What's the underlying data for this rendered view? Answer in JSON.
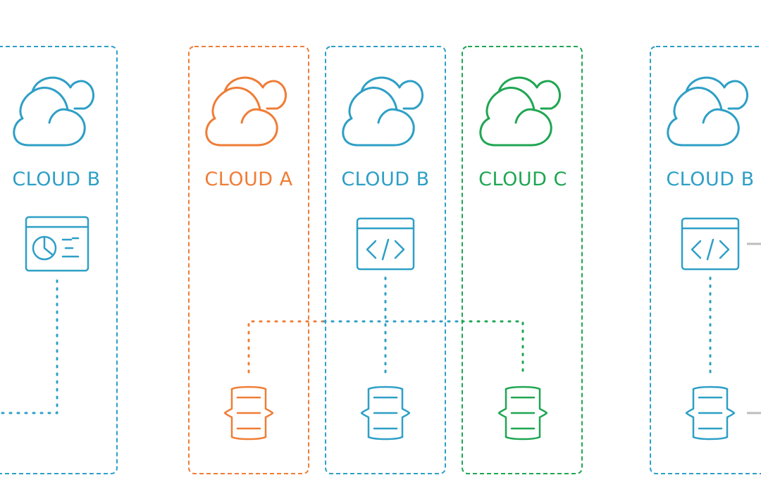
{
  "colors": {
    "cloud_a": "#ef7d37",
    "cloud_b": "#2e9fc6",
    "cloud_c": "#1fa652",
    "connector_gray": "#bdbdbd",
    "background": "#ffffff"
  },
  "panels": [
    {
      "label": "CLOUD B",
      "color_key": "cloud_b",
      "icons": [
        "cloud-icon",
        "dashboard-icon"
      ]
    },
    {
      "label": "CLOUD A",
      "color_key": "cloud_a",
      "icons": [
        "cloud-icon",
        "database-icon"
      ]
    },
    {
      "label": "CLOUD B",
      "color_key": "cloud_b",
      "icons": [
        "cloud-icon",
        "code-window-icon",
        "database-icon"
      ]
    },
    {
      "label": "CLOUD C",
      "color_key": "cloud_c",
      "icons": [
        "cloud-icon",
        "database-icon"
      ]
    },
    {
      "label": "CLOUD B",
      "color_key": "cloud_b",
      "icons": [
        "cloud-icon",
        "code-window-icon",
        "database-icon"
      ]
    }
  ]
}
